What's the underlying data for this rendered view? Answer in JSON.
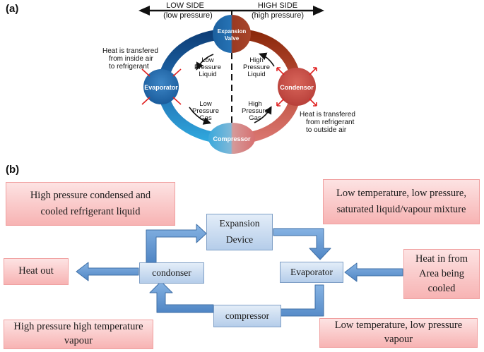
{
  "panel_a": {
    "label": "(a)",
    "low_side": {
      "title": "LOW SIDE",
      "sub": "(low pressure)"
    },
    "high_side": {
      "title": "HIGH SIDE",
      "sub": "(high pressure)"
    },
    "components": {
      "expansion_valve": [
        "Expansion",
        "Valve"
      ],
      "evaporator": "Evaporator",
      "condensor": "Condensor",
      "compressor": "Compressor"
    },
    "flow_labels": {
      "low_pressure_liquid": [
        "Low",
        "Pressure",
        "Liquid"
      ],
      "high_pressure_liquid": [
        "High",
        "Pressure",
        "Liquid"
      ],
      "low_pressure_gas": [
        "Low",
        "Pressure",
        "Gas"
      ],
      "high_pressure_gas": [
        "High",
        "Pressure",
        "Gas"
      ]
    },
    "notes": {
      "inside": [
        "Heat is transfered",
        "from inside air",
        "to refrigerant"
      ],
      "outside": [
        "Heat is transfered",
        "from refrigerant",
        "to outside air"
      ]
    }
  },
  "panel_b": {
    "label": "(b)",
    "boxes": {
      "expansion_device": [
        "Expansion",
        "Device"
      ],
      "condonser": "condonser",
      "evaporator": "Evaporator",
      "compressor": "compressor"
    },
    "notes": {
      "top_left": [
        "High pressure condensed and",
        "cooled refrigerant liquid"
      ],
      "top_right": [
        "Low temperature, low pressure,",
        "saturated liquid/vapour mixture"
      ],
      "heat_out": "Heat out",
      "heat_in": [
        "Heat in from",
        "Area being",
        "cooled"
      ],
      "bottom_left": [
        "High pressure high temperature",
        "vapour"
      ],
      "bottom_right": [
        "Low temperature, low pressure",
        "vapour"
      ]
    }
  },
  "colors": {
    "low_side": "#1f5f9e",
    "high_side": "#a83212",
    "arrow_fill": "#6e9fd4",
    "arrow_stroke": "#3f6fa6"
  }
}
